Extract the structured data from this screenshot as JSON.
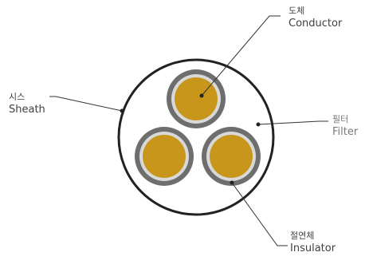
{
  "title": "",
  "colors": {
    "sheath_outline": "#222222",
    "sheath_fill": "#ffffff",
    "insulator_outer": "#6e6e6e",
    "insulator_inner": "#d9d9d9",
    "conductor": "#c8961a",
    "leader": "#333333"
  },
  "labels": {
    "conductor": {
      "ko": "도체",
      "en": "Conductor"
    },
    "sheath": {
      "ko": "시스",
      "en": "Sheath"
    },
    "filter": {
      "ko": "필터",
      "en": "Filter"
    },
    "insulator": {
      "ko": "절연체",
      "en": "Insulator"
    }
  },
  "cores": [
    "top",
    "bottom-left",
    "bottom-right"
  ]
}
